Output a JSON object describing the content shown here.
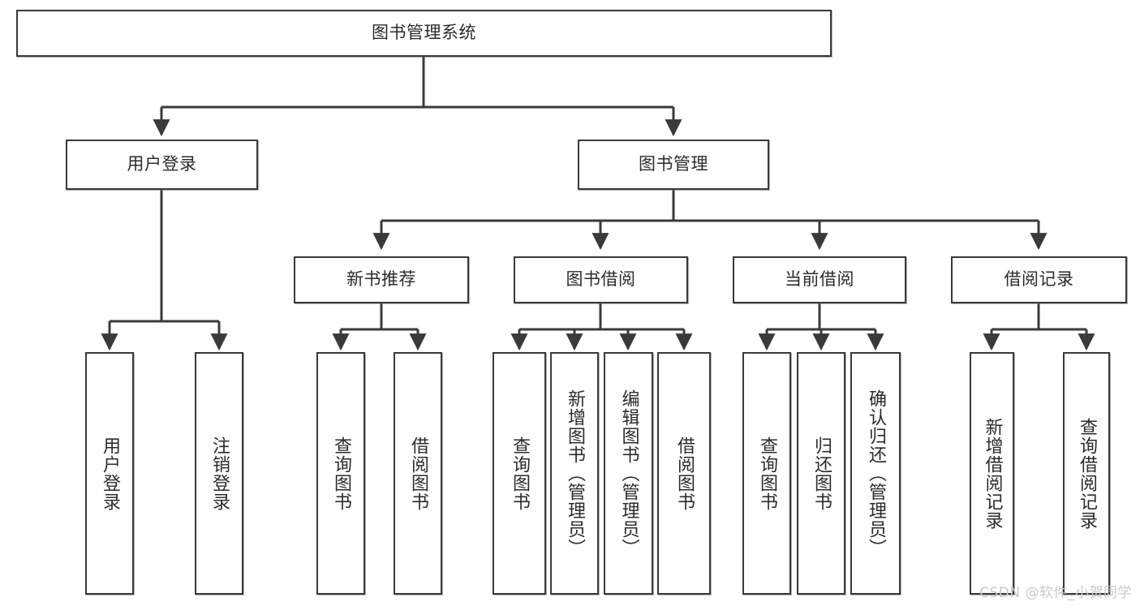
{
  "diagram": {
    "title": "图书管理系统",
    "type": "hierarchy-tree",
    "watermark": "CSDN @软件_小贺同学",
    "colors": {
      "box_border": "#3a3a3a",
      "box_fill": "#ffffff",
      "edge": "#3a3a3a",
      "text": "#2b2b2b",
      "watermark": "#c9c9c9"
    },
    "root": {
      "label": "图书管理系统"
    },
    "level1": [
      {
        "label": "用户登录"
      },
      {
        "label": "图书管理"
      }
    ],
    "level2": [
      {
        "label": "新书推荐"
      },
      {
        "label": "图书借阅"
      },
      {
        "label": "当前借阅"
      },
      {
        "label": "借阅记录"
      }
    ],
    "leaves": {
      "user_login": [
        {
          "label": "用户登录"
        },
        {
          "label": "注销登录"
        }
      ],
      "new_book_recommend": [
        {
          "label": "查询图书"
        },
        {
          "label": "借阅图书"
        }
      ],
      "book_borrow": [
        {
          "label": "查询图书"
        },
        {
          "label": "新增图书（管理员）"
        },
        {
          "label": "编辑图书（管理员）"
        },
        {
          "label": "借阅图书"
        }
      ],
      "current_borrow": [
        {
          "label": "查询图书"
        },
        {
          "label": "归还图书"
        },
        {
          "label": "确认归还（管理员）"
        }
      ],
      "borrow_record": [
        {
          "label": "新增借阅记录"
        },
        {
          "label": "查询借阅记录"
        }
      ]
    }
  }
}
